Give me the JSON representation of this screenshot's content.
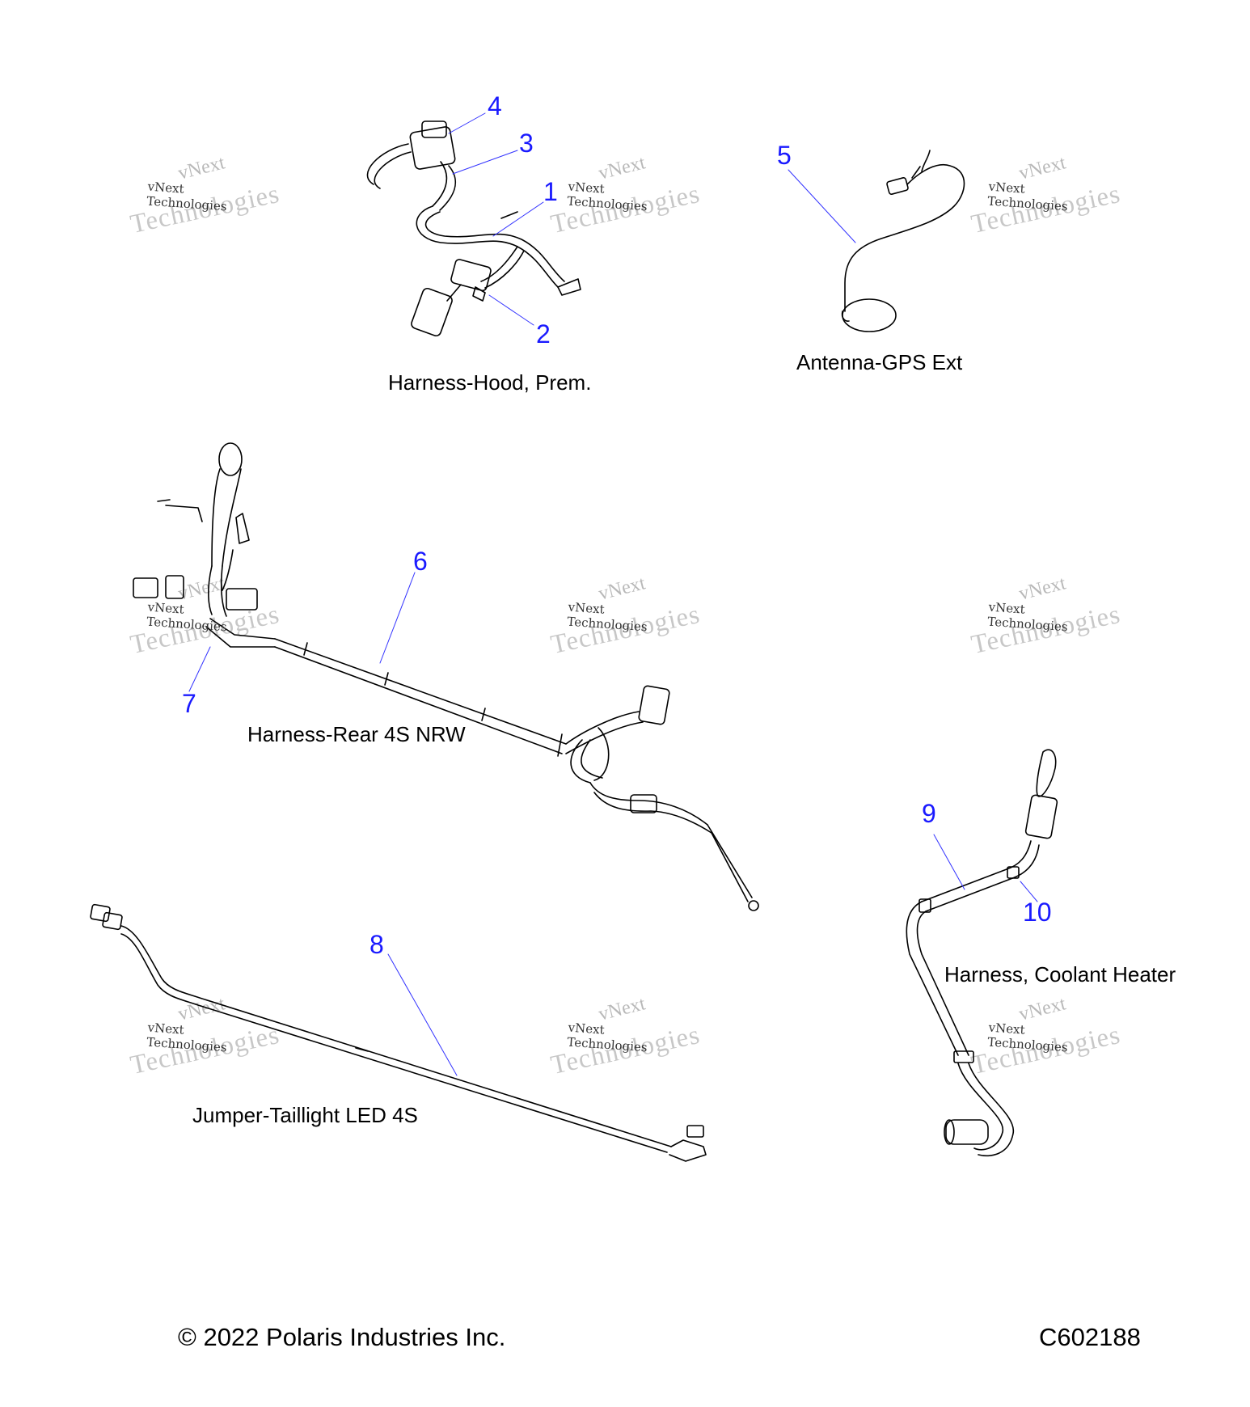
{
  "captions": {
    "hood": "Harness-Hood, Prem.",
    "gps": "Antenna-GPS Ext",
    "rear": "Harness-Rear 4S NRW",
    "coolant": "Harness, Coolant Heater",
    "taillight": "Jumper-Taillight LED 4S"
  },
  "callouts": {
    "c1": "1",
    "c2": "2",
    "c3": "3",
    "c4": "4",
    "c5": "5",
    "c6": "6",
    "c7": "7",
    "c8": "8",
    "c9": "9",
    "c10": "10"
  },
  "watermark": {
    "line1": "vNext",
    "line2": "vNext Technologies",
    "line3": "Technologies"
  },
  "footer": {
    "copyright": "© 2022 Polaris Industries Inc.",
    "figure_code": "C602188"
  },
  "colors": {
    "callout": "#1a1aff",
    "line_art": "#000000"
  }
}
